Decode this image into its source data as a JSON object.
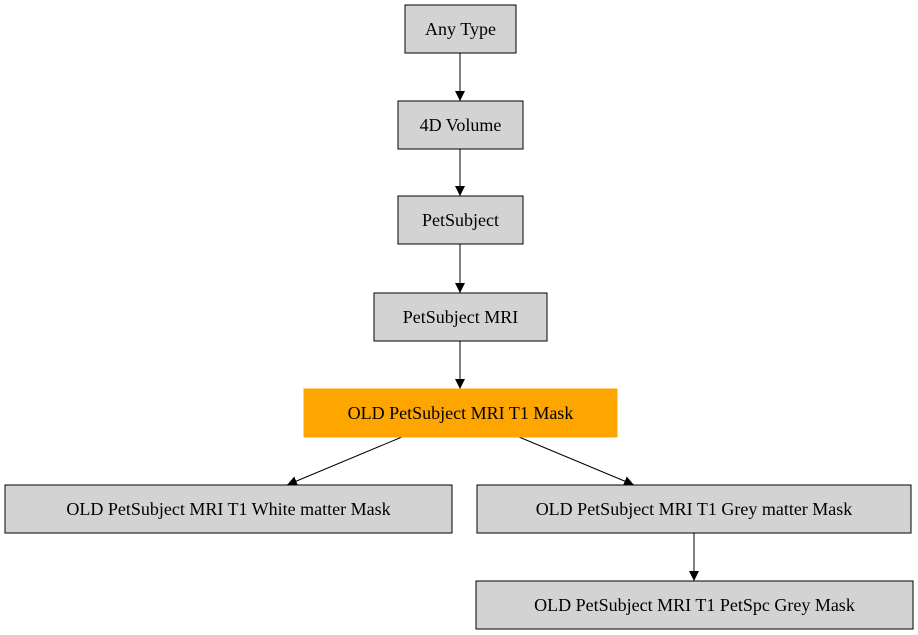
{
  "diagram": {
    "colors": {
      "node_fill": "#d3d3d3",
      "highlight_fill": "#ffa500",
      "stroke": "#000000",
      "background": "#ffffff"
    },
    "nodes": [
      {
        "id": "any-type",
        "label": "Any Type",
        "highlighted": false
      },
      {
        "id": "4d-volume",
        "label": "4D Volume",
        "highlighted": false
      },
      {
        "id": "petsubject",
        "label": "PetSubject",
        "highlighted": false
      },
      {
        "id": "petsubject-mri",
        "label": "PetSubject MRI",
        "highlighted": false
      },
      {
        "id": "old-petsubject-mri-t1-mask",
        "label": "OLD PetSubject MRI T1 Mask",
        "highlighted": true
      },
      {
        "id": "old-petsubject-mri-t1-white-matter-mask",
        "label": "OLD PetSubject MRI T1 White matter Mask",
        "highlighted": false
      },
      {
        "id": "old-petsubject-mri-t1-grey-matter-mask",
        "label": "OLD PetSubject MRI T1 Grey matter Mask",
        "highlighted": false
      },
      {
        "id": "old-petsubject-mri-t1-petspc-grey-mask",
        "label": "OLD PetSubject MRI T1 PetSpc Grey Mask",
        "highlighted": false
      }
    ],
    "edges": [
      {
        "from": "any-type",
        "to": "4d-volume"
      },
      {
        "from": "4d-volume",
        "to": "petsubject"
      },
      {
        "from": "petsubject",
        "to": "petsubject-mri"
      },
      {
        "from": "petsubject-mri",
        "to": "old-petsubject-mri-t1-mask"
      },
      {
        "from": "old-petsubject-mri-t1-mask",
        "to": "old-petsubject-mri-t1-white-matter-mask"
      },
      {
        "from": "old-petsubject-mri-t1-mask",
        "to": "old-petsubject-mri-t1-grey-matter-mask"
      },
      {
        "from": "old-petsubject-mri-t1-grey-matter-mask",
        "to": "old-petsubject-mri-t1-petspc-grey-mask"
      }
    ]
  }
}
